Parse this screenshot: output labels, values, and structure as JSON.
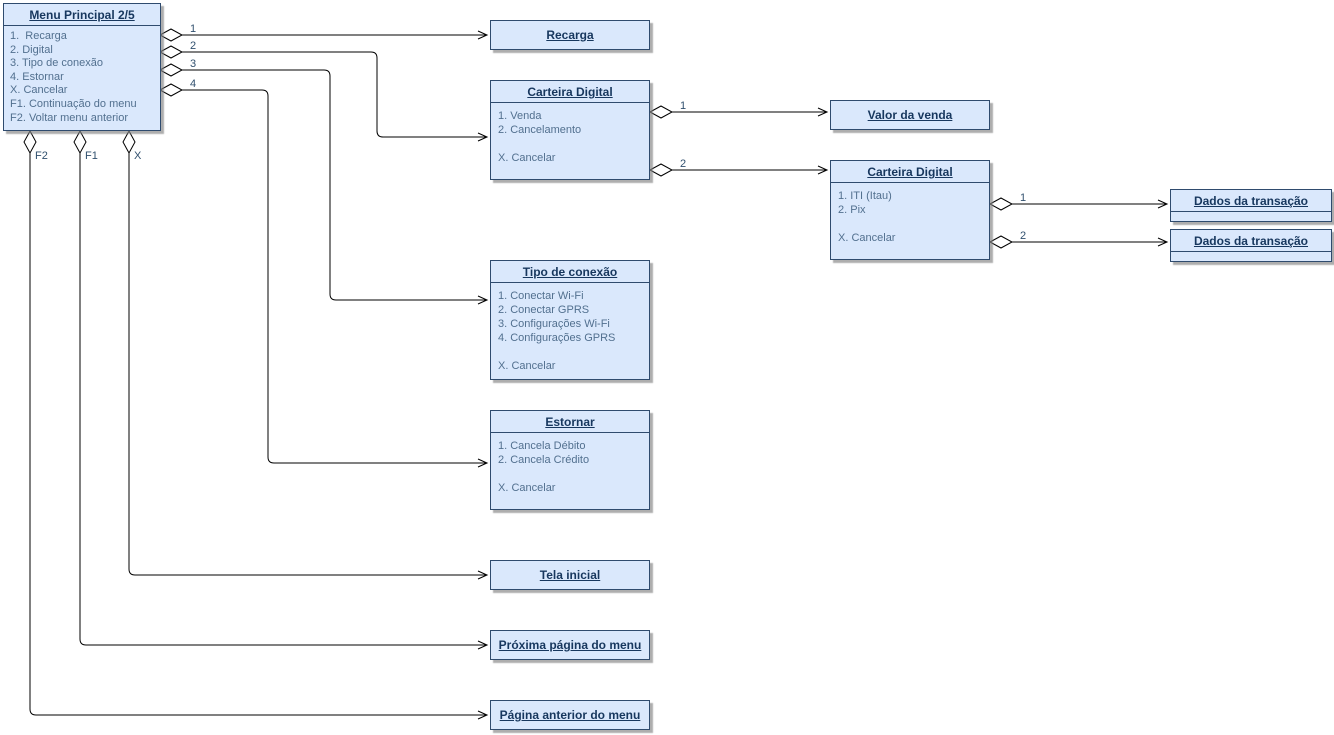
{
  "diagram": {
    "background": "#ffffff",
    "colors": {
      "node_fill": "#dae8fc",
      "node_border": "#2f4b6e",
      "title_text": "#17375e",
      "body_text": "#52708f",
      "edge_line": "#000000",
      "edge_label": "#31506e"
    },
    "nodes": [
      {
        "id": "menu-principal",
        "title": "Menu Principal 2/5",
        "items": [
          "1.  Recarga",
          "2. Digital",
          "3. Tipo de conexão",
          "4. Estornar",
          "X. Cancelar",
          "F1. Continuação do menu",
          "F2. Voltar menu anterior"
        ]
      },
      {
        "id": "recarga",
        "title": "Recarga"
      },
      {
        "id": "carteira-digital-1",
        "title": "Carteira Digital",
        "items": [
          "1. Venda",
          "2. Cancelamento",
          "",
          "X. Cancelar"
        ]
      },
      {
        "id": "valor-da-venda",
        "title": "Valor da venda"
      },
      {
        "id": "carteira-digital-2",
        "title": "Carteira Digital",
        "items": [
          "1. ITI (Itau)",
          "2. Pix",
          "",
          "X. Cancelar"
        ]
      },
      {
        "id": "dados-da-transacao-1",
        "title": "Dados da transação"
      },
      {
        "id": "dados-da-transacao-2",
        "title": "Dados da transação"
      },
      {
        "id": "tipo-de-conexao",
        "title": "Tipo de conexão",
        "items": [
          "1. Conectar Wi-Fi",
          "2. Conectar GPRS",
          "3. Configurações Wi-Fi",
          "4. Configurações GPRS",
          "",
          "X. Cancelar"
        ]
      },
      {
        "id": "estornar",
        "title": "Estornar",
        "items": [
          "1. Cancela Débito",
          "2. Cancela Crédito",
          "",
          "X. Cancelar"
        ]
      },
      {
        "id": "tela-inicial",
        "title": "Tela inicial"
      },
      {
        "id": "proxima-pagina-do-menu",
        "title": "Próxima página do menu"
      },
      {
        "id": "pagina-anterior-do-menu",
        "title": "Página anterior do menu"
      }
    ],
    "edges": [
      {
        "from": "menu-principal",
        "key": "1",
        "to": "recarga"
      },
      {
        "from": "menu-principal",
        "key": "2",
        "to": "carteira-digital-1"
      },
      {
        "from": "menu-principal",
        "key": "3",
        "to": "tipo-de-conexao"
      },
      {
        "from": "menu-principal",
        "key": "4",
        "to": "estornar"
      },
      {
        "from": "menu-principal",
        "key": "X",
        "to": "tela-inicial"
      },
      {
        "from": "menu-principal",
        "key": "F1",
        "to": "proxima-pagina-do-menu"
      },
      {
        "from": "menu-principal",
        "key": "F2",
        "to": "pagina-anterior-do-menu"
      },
      {
        "from": "carteira-digital-1",
        "key": "1",
        "to": "valor-da-venda"
      },
      {
        "from": "carteira-digital-1",
        "key": "2",
        "to": "carteira-digital-2"
      },
      {
        "from": "carteira-digital-2",
        "key": "1",
        "to": "dados-da-transacao-1"
      },
      {
        "from": "carteira-digital-2",
        "key": "2",
        "to": "dados-da-transacao-2"
      }
    ]
  }
}
